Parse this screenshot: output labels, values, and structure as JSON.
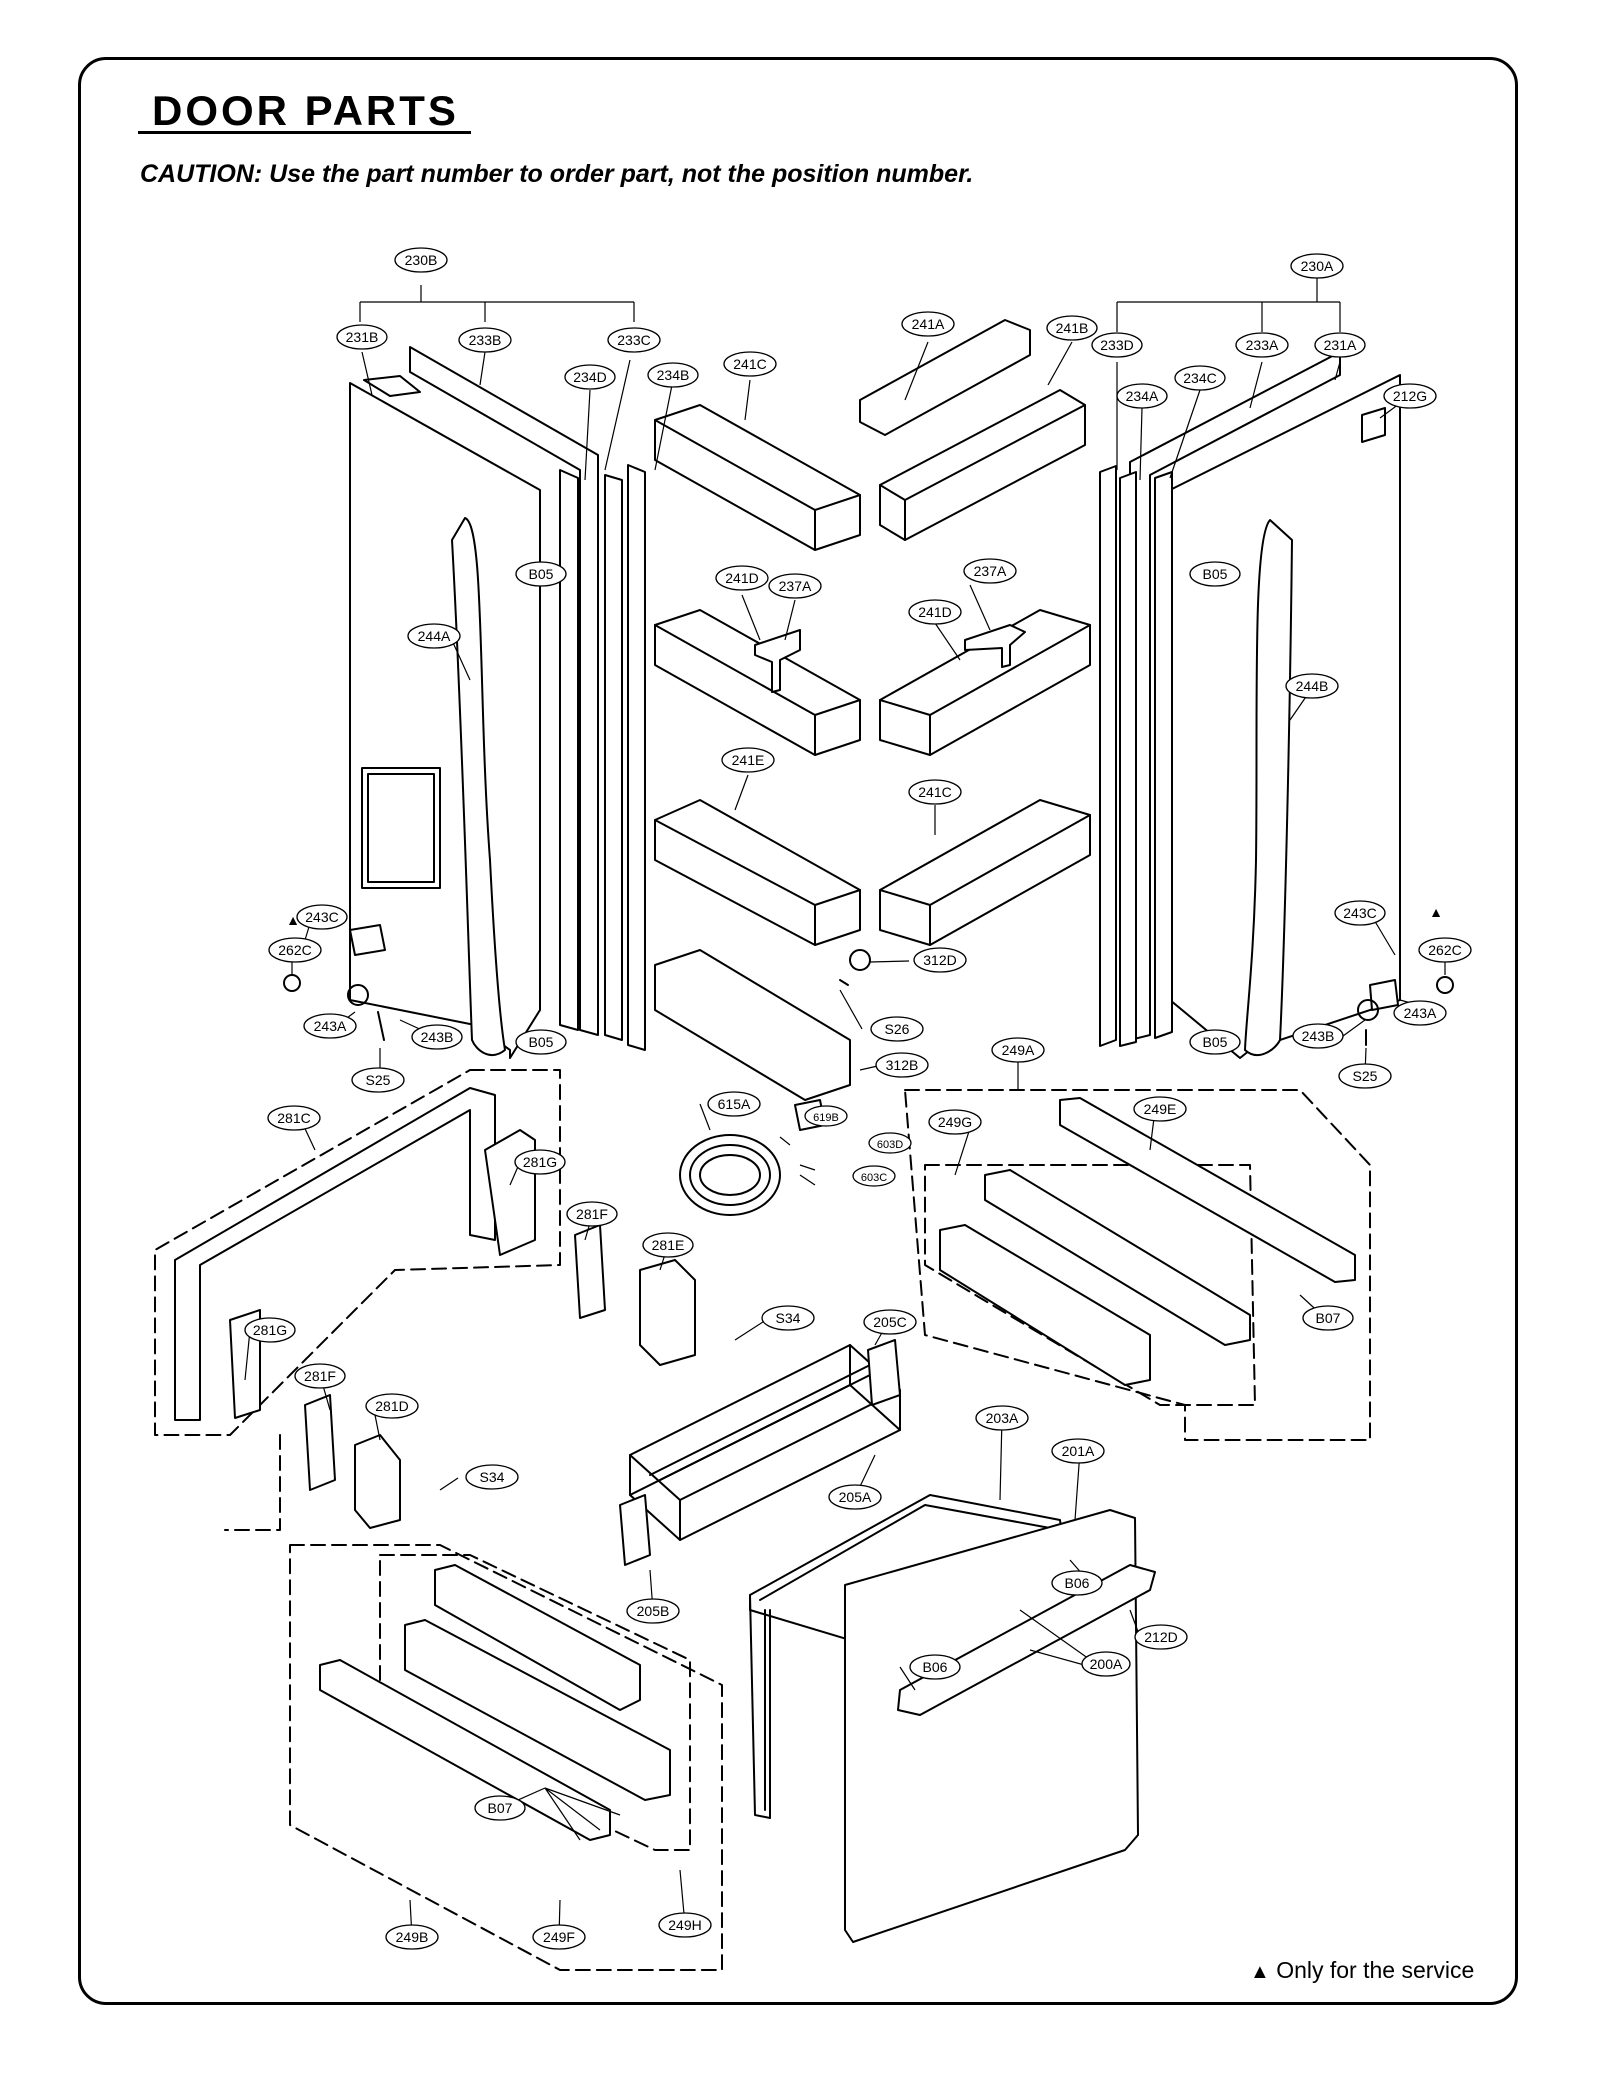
{
  "header": {
    "title": "DOOR PARTS",
    "caution": "CAUTION: Use the part number to order part, not the position number."
  },
  "footnote": {
    "marker": "▲",
    "text": "Only for the service"
  },
  "markers": {
    "triangle": "▲"
  },
  "labels": {
    "l_230B": "230B",
    "l_230A": "230A",
    "l_231B": "231B",
    "l_233B": "233B",
    "l_233C": "233C",
    "l_234D": "234D",
    "l_234B": "234B",
    "l_241C_top": "241C",
    "l_241A": "241A",
    "l_241B": "241B",
    "l_233D": "233D",
    "l_233A": "233A",
    "l_231A": "231A",
    "l_212G": "212G",
    "l_234A": "234A",
    "l_234C": "234C",
    "l_B05_ul": "B05",
    "l_B05_ur": "B05",
    "l_241D_l": "241D",
    "l_237A_l": "237A",
    "l_237A_r": "237A",
    "l_241D_r": "241D",
    "l_244A": "244A",
    "l_244B": "244B",
    "l_241E": "241E",
    "l_241C_mid": "241C",
    "l_243C_l": "243C",
    "l_262C_l": "262C",
    "l_243A_l": "243A",
    "l_243B_l": "243B",
    "l_B05_ll": "B05",
    "l_S25_l": "S25",
    "l_312D": "312D",
    "l_S26": "S26",
    "l_312B": "312B",
    "l_243C_r": "243C",
    "l_262C_r": "262C",
    "l_243B_r": "243B",
    "l_243A_r": "243A",
    "l_B05_lr": "B05",
    "l_S25_r": "S25",
    "l_249A": "249A",
    "l_281C": "281C",
    "l_281G_top": "281G",
    "l_615A": "615A",
    "l_619B": "619B",
    "l_603D": "603D",
    "l_603C": "603C",
    "l_249G": "249G",
    "l_249E": "249E",
    "l_281F_top": "281F",
    "l_281E": "281E",
    "l_S34_top": "S34",
    "l_205C": "205C",
    "l_B07_r": "B07",
    "l_281G_bot": "281G",
    "l_281F_bot": "281F",
    "l_281D": "281D",
    "l_S34_bot": "S34",
    "l_203A": "203A",
    "l_201A": "201A",
    "l_205A": "205A",
    "l_B06_top": "B06",
    "l_212D": "212D",
    "l_205B": "205B",
    "l_200A": "200A",
    "l_B06_bot": "B06",
    "l_B07_l": "B07",
    "l_249H": "249H",
    "l_249B": "249B",
    "l_249F": "249F"
  }
}
